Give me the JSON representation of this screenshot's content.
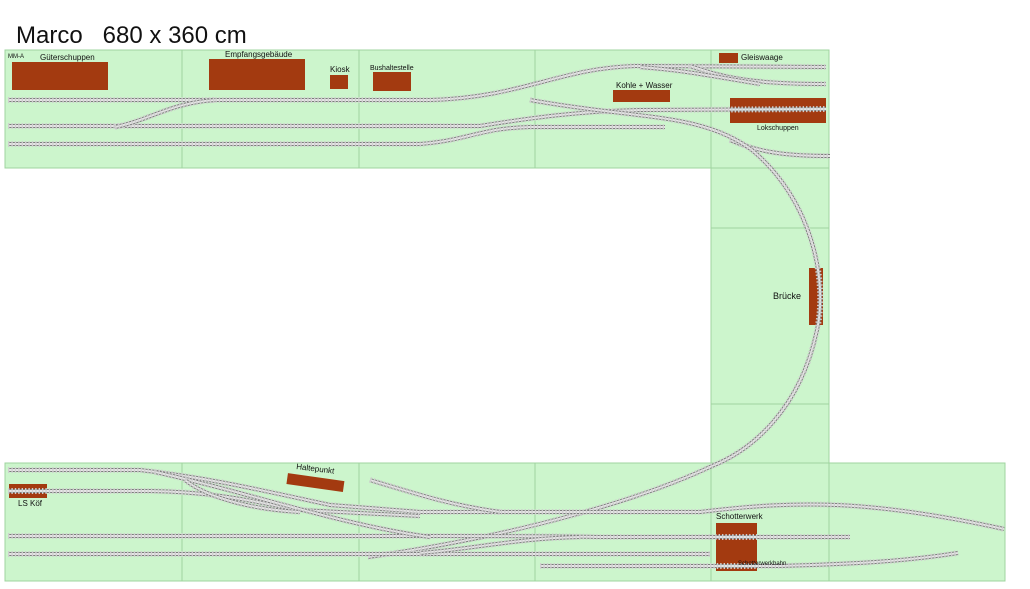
{
  "title": "Marco   680 x 360 cm",
  "colors": {
    "module_fill": "#ccf5cc",
    "module_stroke": "#9fd49f",
    "building": "#a33a10",
    "track_rail": "#7c7c7c",
    "track_tie": "#cfcfcf"
  },
  "labels": {
    "mma": "MM-A",
    "gueterschuppen": "Güterschuppen",
    "empfangsgebaeude": "Empfangsgebäude",
    "kiosk": "Kiosk",
    "bushaltestelle": "Bushaltestelle",
    "kohle_wasser": "Kohle + Wasser",
    "gleiswaage": "Gleiswaage",
    "lokschuppen": "Lokschuppen",
    "bruecke": "Brücke",
    "haltepunkt": "Haltepunkt",
    "ls_koef": "LS Köf",
    "schotterwerk": "Schotterwerk",
    "schotterwerkbahn": "Schotterwerkbahn"
  }
}
